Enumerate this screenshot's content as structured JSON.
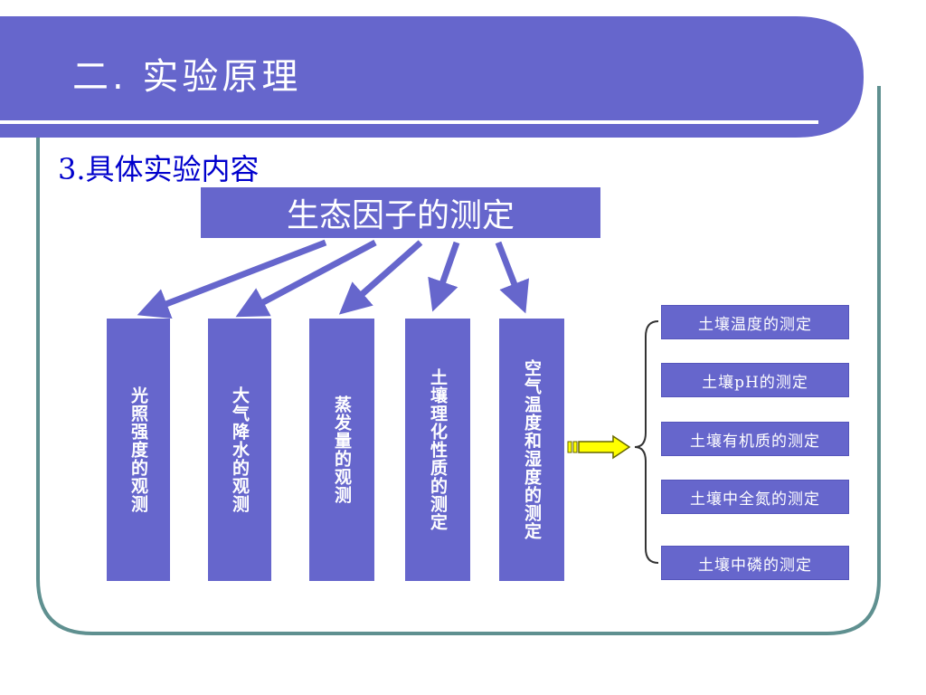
{
  "header": {
    "title": "二. 实验原理"
  },
  "subtitle": "3.具体实验内容",
  "diagram": {
    "root": "生态因子的测定",
    "branches": [
      "光照强度的观测",
      "大气降水的观测",
      "蒸发量的观测",
      "土壤理化性质的测定",
      "空气温度和湿度的测定"
    ],
    "soil_items": [
      "土壤温度的测定",
      "土壤pH的测定",
      "土壤有机质的测定",
      "土壤中全氮的测定",
      "土壤中磷的测定"
    ]
  },
  "colors": {
    "header_bar": "#6666cc",
    "box_fill": "#6666cc",
    "frame_border": "#5f9090",
    "subtitle_text": "#0000cc",
    "arrow_fill": "#ffff00"
  }
}
